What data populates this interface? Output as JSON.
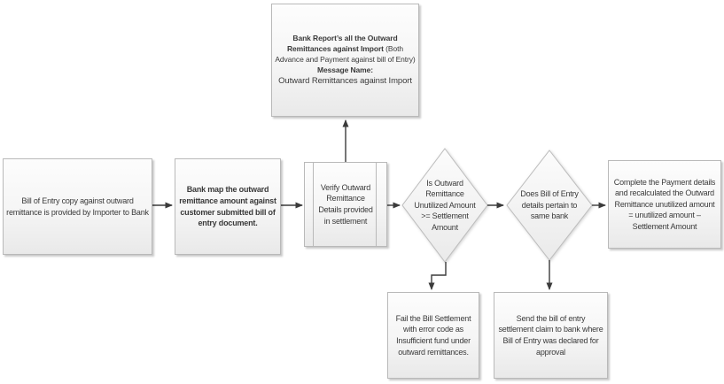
{
  "diagram": {
    "type": "flowchart",
    "background": "#ffffff",
    "colors": {
      "node_border": "#b9b9b9",
      "node_fill_top": "#fdfdfd",
      "node_fill_bottom": "#e9e9e9",
      "arrow": "#3b3b3b",
      "text": "#3a3a3a"
    },
    "nodes": {
      "bank_report": {
        "shape": "process",
        "bold1": "Bank Report’s all the Outward Remittances against Import",
        "normal1": " (Both Advance and Payment against bill of Entry)",
        "bold2": "Message Name:",
        "normal2": "Outward Remittances against Import"
      },
      "bill_of_entry": {
        "shape": "process",
        "text": "Bill of Entry copy against outward\nremittance is provided by Importer to Bank"
      },
      "bank_map": {
        "shape": "process",
        "text": "Bank map the outward\nremittance amount against\ncustomer submitted bill of\nentry document."
      },
      "verify": {
        "shape": "predefined-process",
        "text": "Verify Outward\nRemittance\nDetails provided\nin settlement"
      },
      "decision_unutilized": {
        "shape": "decision",
        "text": "Is Outward\nRemittance\nUnutilized Amount\n>= Settlement\nAmount"
      },
      "decision_same_bank": {
        "shape": "decision",
        "text": "Does Bill of Entry\ndetails pertain to\nsame bank"
      },
      "complete_payment": {
        "shape": "process",
        "text": "Complete the Payment details\nand recalculated the Outward\nRemittance unutilized amount\n= unutilized amount –\nSettlement Amount"
      },
      "fail_settlement": {
        "shape": "process",
        "text": "Fail the Bill Settlement\nwith error code as\nInsufficient fund under\noutward remittances."
      },
      "send_claim": {
        "shape": "process",
        "text": "Send the bill of entry\nsettlement claim to bank where\nBill of Entry was declared for\napproval"
      }
    }
  }
}
